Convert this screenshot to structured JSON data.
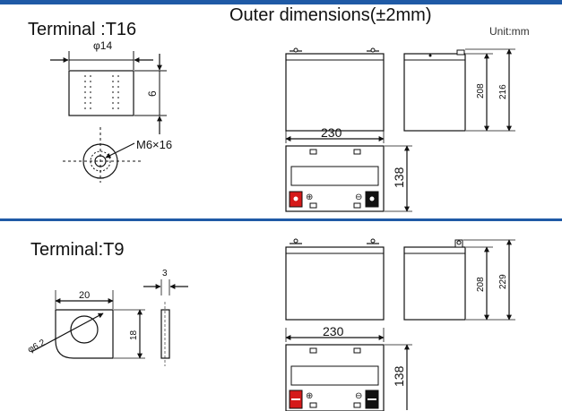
{
  "colors": {
    "accent": "#1f5aa6",
    "terminal_positive": "#d51a1a",
    "terminal_negative": "#111111"
  },
  "header": {
    "outer_title": "Outer dimensions(±2mm)",
    "unit": "Unit:mm"
  },
  "t16": {
    "title": "Terminal :T16",
    "diameter": "φ14",
    "height": "6",
    "bolt": "M6×16"
  },
  "t9": {
    "title": "Terminal:T9",
    "width": "20",
    "height": "18",
    "thickness": "3",
    "hole": "φ6.2"
  },
  "battery_top": {
    "height_front": "208",
    "height_total": "216",
    "length": "230",
    "width": "138",
    "plus": "⊕",
    "minus": "⊖"
  },
  "battery_bottom": {
    "height_front": "208",
    "height_total": "229",
    "length": "230",
    "width": "138",
    "plus": "⊕",
    "minus": "⊖"
  }
}
